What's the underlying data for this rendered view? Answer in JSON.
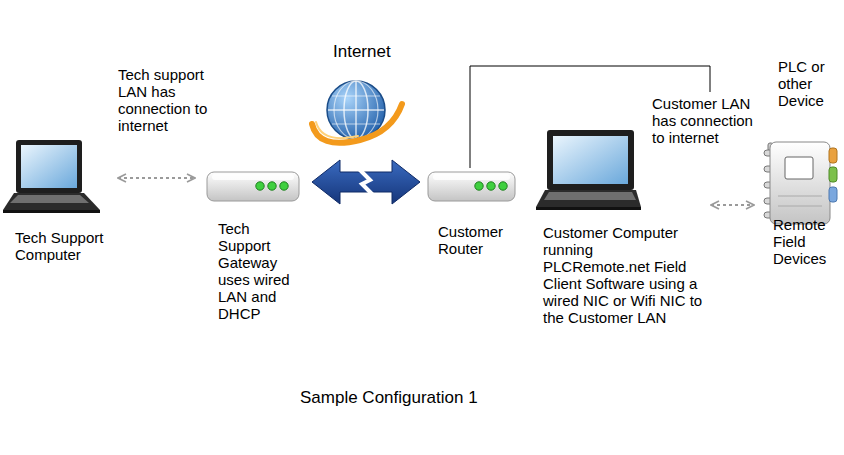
{
  "diagram": {
    "caption": "Sample Configuration 1",
    "nodes": [
      {
        "text": [
          "Tech Support Computer"
        ]
      },
      {
        "text": [
          "Tech Support Gateway uses wired LAN and DHCP"
        ]
      },
      {
        "text": [
          "Internet"
        ]
      },
      {
        "text": [
          "Customer Router"
        ]
      },
      {
        "text": [
          "Customer Computer running PLCRemote.net Field Client Software using a wired NIC or Wifi NIC to the Customer LAN"
        ]
      },
      {
        "text": [
          "PLC or other Device",
          "Remote Field Devices"
        ]
      }
    ],
    "edges": [
      {
        "from": 0,
        "to": 1,
        "arrow": "both"
      },
      {
        "from": 1,
        "to": 3,
        "arrow": "both"
      },
      {
        "from": 4,
        "to": 5,
        "arrow": "both"
      }
    ],
    "labels": [
      "Tech support LAN has connection to internet",
      "Customer LAN has connection to internet"
    ]
  }
}
